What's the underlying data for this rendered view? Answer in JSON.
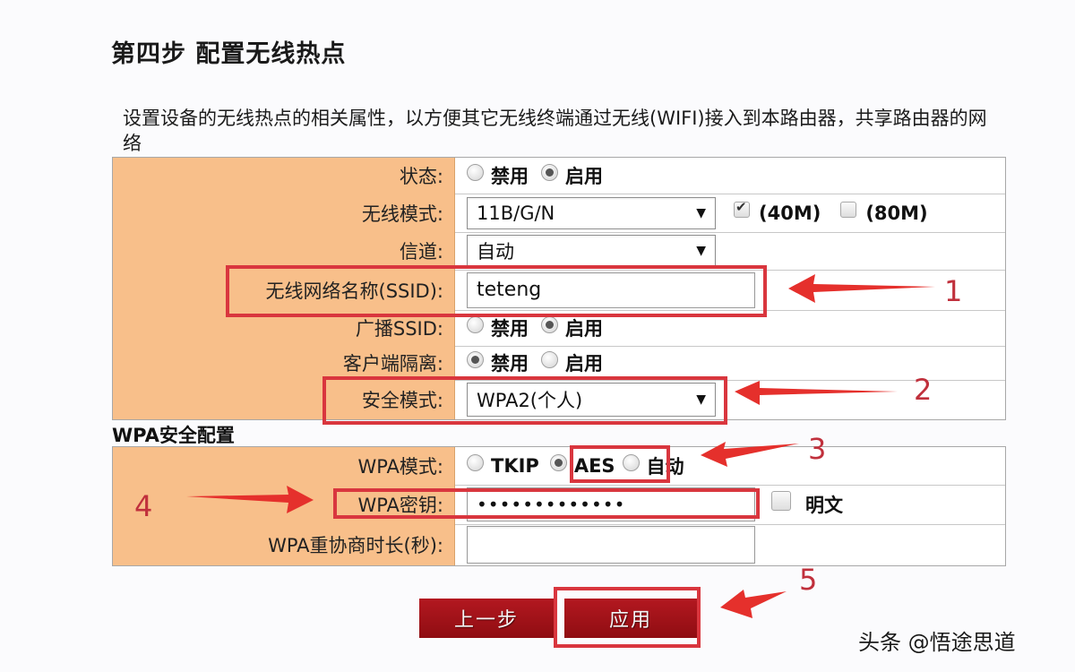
{
  "page": {
    "title": "第四步 配置无线热点",
    "description": "设置设备的无线热点的相关属性，以方便其它无线终端通过无线(WIFI)接入到本路由器，共享路由器的网络"
  },
  "wireless": {
    "status": {
      "label": "状态:",
      "options": [
        "禁用",
        "启用"
      ],
      "selected": "启用"
    },
    "mode": {
      "label": "无线模式:",
      "value": "11B/G/N",
      "bw40": {
        "label": "(40M)",
        "checked": true
      },
      "bw80": {
        "label": "(80M)",
        "checked": false
      }
    },
    "channel": {
      "label": "信道:",
      "value": "自动"
    },
    "ssid": {
      "label": "无线网络名称(SSID):",
      "value": "teteng"
    },
    "broadcast": {
      "label": "广播SSID:",
      "options": [
        "禁用",
        "启用"
      ],
      "selected": "启用"
    },
    "isolation": {
      "label": "客户端隔离:",
      "options": [
        "禁用",
        "启用"
      ],
      "selected": "禁用"
    },
    "security": {
      "label": "安全模式:",
      "value": "WPA2(个人)"
    }
  },
  "wpa": {
    "heading": "WPA安全配置",
    "mode": {
      "label": "WPA模式:",
      "options": [
        "TKIP",
        "AES",
        "自动"
      ],
      "selected": "AES"
    },
    "key": {
      "label": "WPA密钥:",
      "value": "•••••••••••••",
      "show_plain": {
        "label": "明文",
        "checked": false
      }
    },
    "renew": {
      "label": "WPA重协商时长(秒):",
      "value": ""
    }
  },
  "buttons": {
    "prev": "上一步",
    "apply": "应用"
  },
  "annotations": [
    "1",
    "2",
    "3",
    "4",
    "5"
  ],
  "watermark": "头条 @悟途思道",
  "colors": {
    "label_bg": "#f8bf8a",
    "annotation_red": "#d9363e",
    "button_red": "#a0121a"
  }
}
